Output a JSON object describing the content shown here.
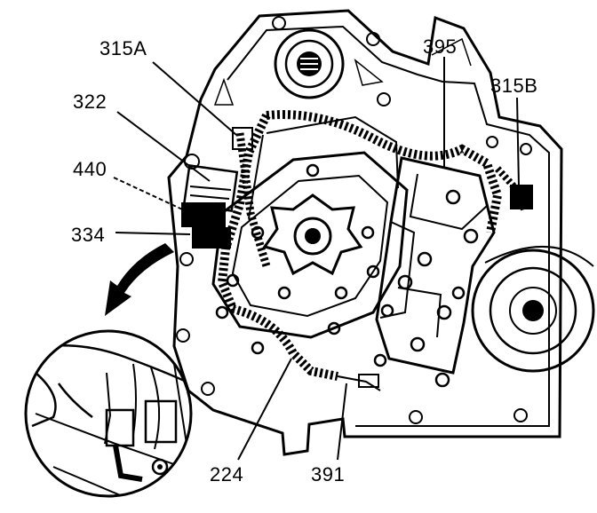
{
  "callouts": {
    "c315a": "315A",
    "c395": "395",
    "c315b": "315B",
    "c322": "322",
    "c440": "440",
    "c334": "334",
    "c224": "224",
    "c391": "391"
  }
}
